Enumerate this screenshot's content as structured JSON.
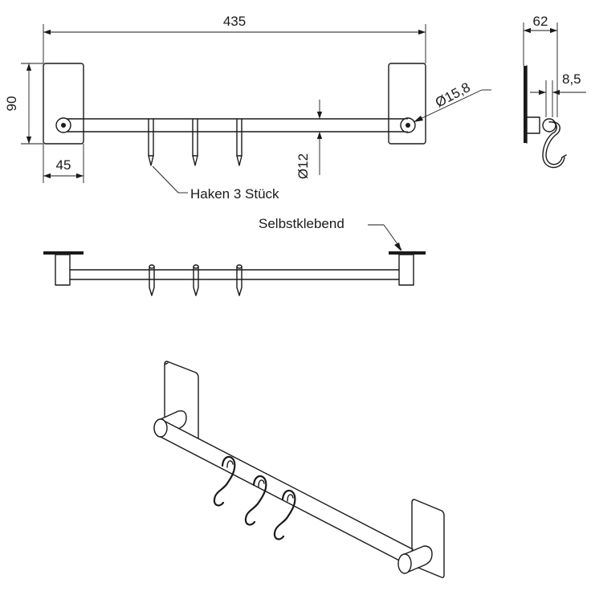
{
  "dimensions": {
    "overall_length": "435",
    "plate_height": "90",
    "plate_width": "45",
    "rod_diameter": "Ø15,8",
    "hook_diameter": "Ø12",
    "side_depth": "62",
    "side_offset": "8,5"
  },
  "callouts": {
    "hooks": "Haken 3 Stück",
    "adhesive": "Selbstklebend"
  }
}
